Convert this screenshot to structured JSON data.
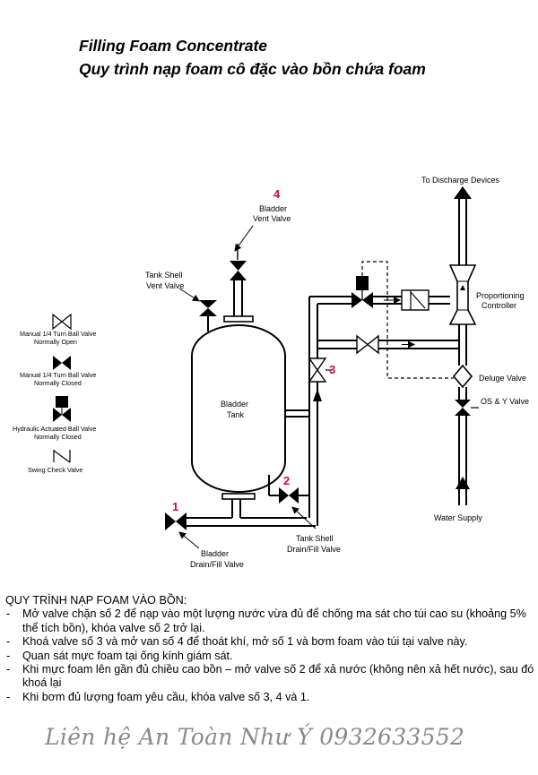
{
  "header": {
    "title": "Filling Foam Concentrate",
    "subtitle": "Quy trình nạp foam cô đặc vào bồn chứa foam"
  },
  "legend": {
    "open_line1": "Manual 1/4 Turn Ball Valve",
    "open_line2": "Normally Open",
    "closed_line1": "Manual 1/4 Turn Ball Valve",
    "closed_line2": "Normally Closed",
    "hydraulic_line1": "Hydraulic Actuated Ball Valve",
    "hydraulic_line2": "Normally Closed",
    "check": "Swing Check Valve"
  },
  "labels": {
    "discharge": "To Discharge Devices",
    "proportioning_line1": "Proportioning",
    "proportioning_line2": "Controller",
    "deluge": "Deluge Valve",
    "osy": "OS & Y Valve",
    "water_supply": "Water Supply",
    "bladder_tank_line1": "Bladder",
    "bladder_tank_line2": "Tank",
    "vent_line1": "Bladder",
    "vent_line2": "Vent Valve",
    "shell_vent_line1": "Tank Shell",
    "shell_vent_line2": "Vent Valve",
    "drain_line1": "Bladder",
    "drain_line2": "Drain/Fill Valve",
    "shell_drain_line1": "Tank Shell",
    "shell_drain_line2": "Drain/Fill Valve"
  },
  "numbers": {
    "n1": "1",
    "n2": "2",
    "n3": "3",
    "n4": "4"
  },
  "procedure": {
    "title": "QUY TRÌNH NẠP FOAM VÀO BỒN:",
    "steps": [
      "Mở valve chặn số 2 để nạp vào một lượng nước vừa đủ để chống ma sát cho túi cao su (khoảng 5% thể tích bồn), khóa valve số 2 trở lại.",
      "Khoá valve số 3 và mở van số 4 để thoát khí, mở số 1 và bơm foam vào túi tại valve này.",
      "Quan sát mực foam tại ống kính giám sát.",
      "Khi mực foam lên gần đủ chiều cao bồn – mở valve số 2 để xả nước (không nên xả hết nước), sau đó khoá lại",
      "Khi bơm đủ lượng foam yêu cầu, khóa valve số 3, 4 và 1."
    ]
  },
  "footer": "Liên hệ An Toàn Như Ý 0932633552"
}
